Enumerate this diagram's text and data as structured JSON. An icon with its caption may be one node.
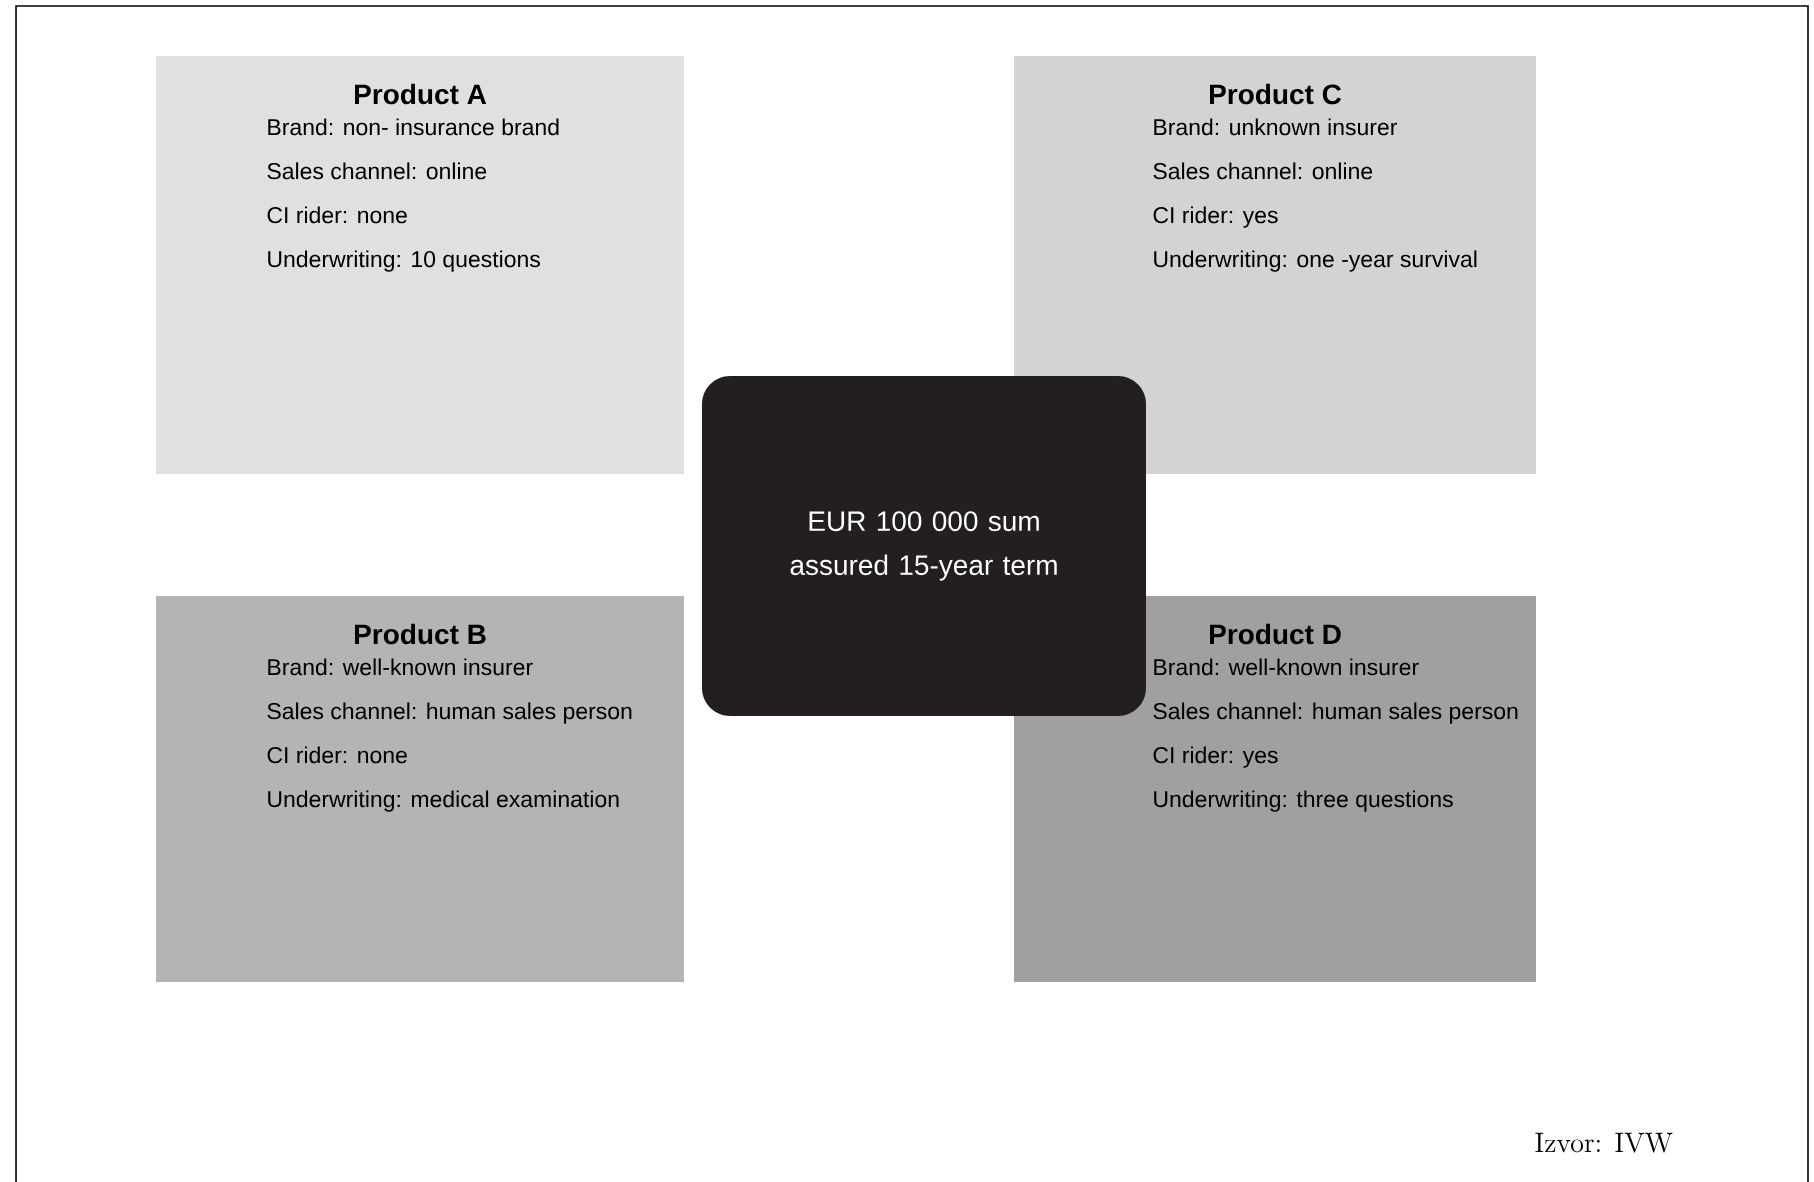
{
  "diagram": {
    "nodes": [
      {
        "text": [
          "Product A",
          "Brand: non- insurance brand",
          "Sales channel: online",
          "CI rider: none",
          "Underwriting: 10 questions"
        ]
      },
      {
        "text": [
          "Product C",
          "Brand: unknown insurer",
          "Sales channel: online",
          "CI rider: yes",
          "Underwriting: one -year survival"
        ]
      },
      {
        "text": [
          "EUR 100 000 sum assured 15-year term"
        ]
      },
      {
        "text": [
          "Product B",
          "Brand: well-known insurer",
          "Sales channel: human sales person",
          "CI rider: none",
          "Underwriting: medical examination"
        ]
      },
      {
        "text": [
          "Product D",
          "Brand: well-known insurer",
          "Sales channel: human sales person",
          "CI rider: yes",
          "Underwriting: three questions"
        ]
      }
    ],
    "labels": [
      "Izvor: IVW"
    ]
  }
}
